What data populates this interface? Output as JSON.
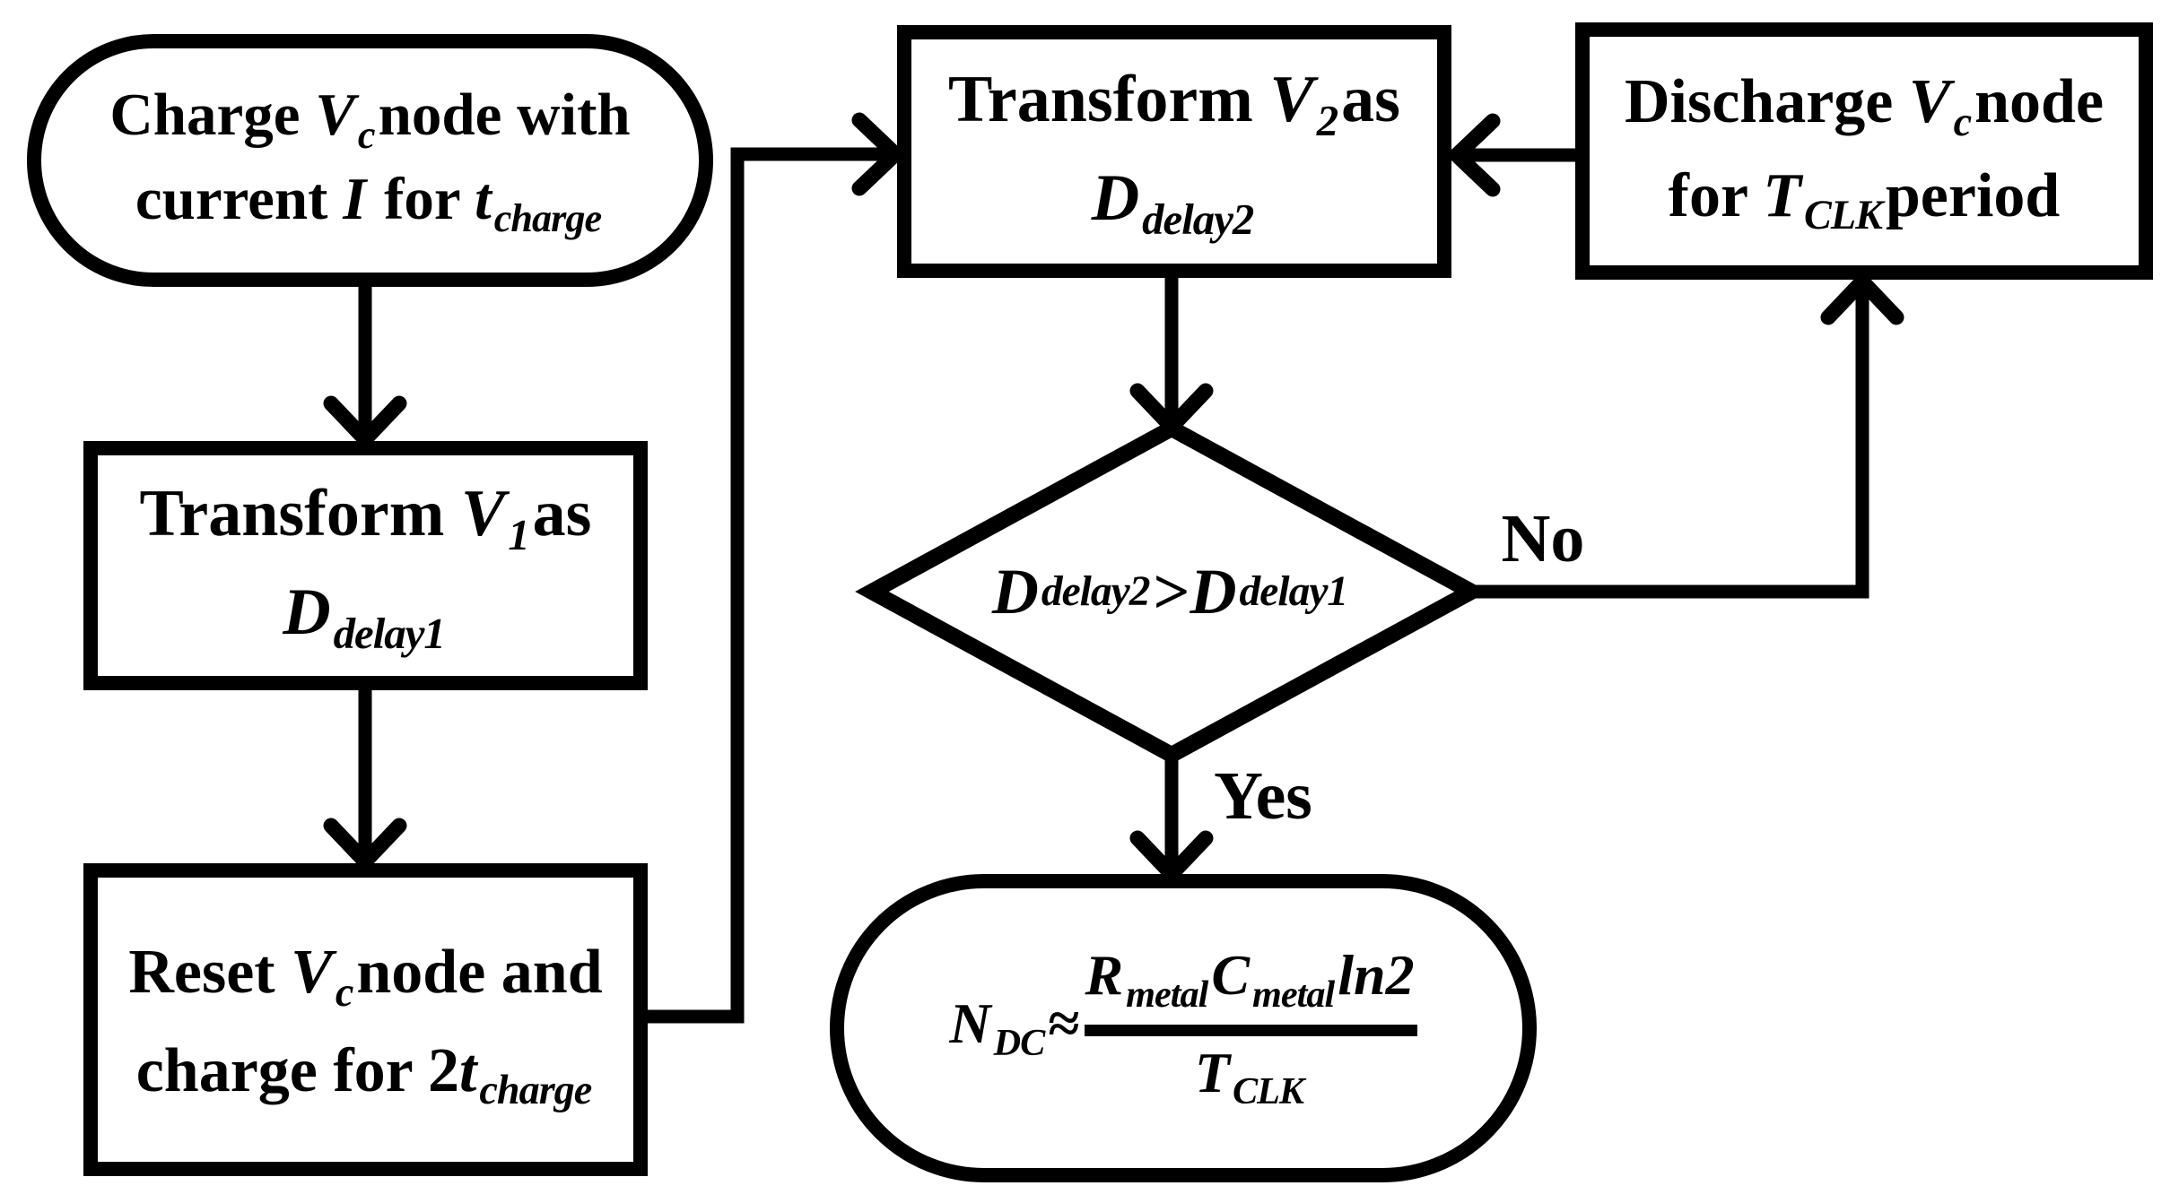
{
  "diagram": {
    "background_color": "#ffffff",
    "line_color": "#000000",
    "nodes": {
      "charge": {
        "shape": "stadium",
        "lines": [
          [
            [
              "n",
              "Charge "
            ],
            [
              "v",
              "V"
            ],
            [
              "sub",
              "c"
            ],
            [
              "n",
              "node with"
            ]
          ],
          [
            [
              "n",
              "current "
            ],
            [
              "v",
              "I"
            ],
            [
              "n",
              " for "
            ],
            [
              "v",
              "t"
            ],
            [
              "sub",
              "charge"
            ]
          ]
        ]
      },
      "transform_v1": {
        "shape": "rect",
        "lines": [
          [
            [
              "n",
              "Transform "
            ],
            [
              "v",
              "V"
            ],
            [
              "sub",
              "1"
            ],
            [
              "n",
              "as"
            ]
          ],
          [
            [
              "v",
              "D"
            ],
            [
              "sub",
              "delay1"
            ]
          ]
        ]
      },
      "reset": {
        "shape": "rect",
        "lines": [
          [
            [
              "n",
              "Reset "
            ],
            [
              "v",
              "V"
            ],
            [
              "sub",
              "c"
            ],
            [
              "n",
              "node and"
            ]
          ],
          [
            [
              "n",
              "charge for 2"
            ],
            [
              "v",
              "t"
            ],
            [
              "sub",
              "charge"
            ]
          ]
        ]
      },
      "transform_v2": {
        "shape": "rect",
        "lines": [
          [
            [
              "n",
              "Transform "
            ],
            [
              "v",
              "V"
            ],
            [
              "sub",
              "2"
            ],
            [
              "n",
              "as"
            ]
          ],
          [
            [
              "v",
              "D"
            ],
            [
              "sub",
              "delay2"
            ]
          ]
        ]
      },
      "discharge": {
        "shape": "rect",
        "lines": [
          [
            [
              "n",
              "Discharge "
            ],
            [
              "v",
              "V"
            ],
            [
              "sub",
              "c"
            ],
            [
              "n",
              "node"
            ]
          ],
          [
            [
              "n",
              "for "
            ],
            [
              "v",
              "T"
            ],
            [
              "sub",
              "CLK"
            ],
            [
              "n",
              "period"
            ]
          ]
        ]
      },
      "decision": {
        "shape": "diamond",
        "lines": [
          [
            [
              "v",
              "D"
            ],
            [
              "sub",
              "delay2"
            ],
            [
              "n",
              " > "
            ],
            [
              "v",
              "D"
            ],
            [
              "sub",
              "delay1"
            ]
          ]
        ]
      },
      "result": {
        "shape": "stadium",
        "formula": {
          "lhs": [
            [
              "v",
              "N"
            ],
            [
              "sub",
              "DC"
            ],
            [
              "n",
              "≈"
            ]
          ],
          "numerator": [
            [
              "v",
              "R"
            ],
            [
              "sub",
              "metal"
            ],
            [
              "v",
              "C"
            ],
            [
              "sub",
              "metal"
            ],
            [
              "v",
              "ln2"
            ]
          ],
          "denominator": [
            [
              "v",
              "T"
            ],
            [
              "sub",
              "CLK"
            ]
          ]
        }
      }
    },
    "edge_labels": {
      "yes": "Yes",
      "no": "No"
    }
  }
}
